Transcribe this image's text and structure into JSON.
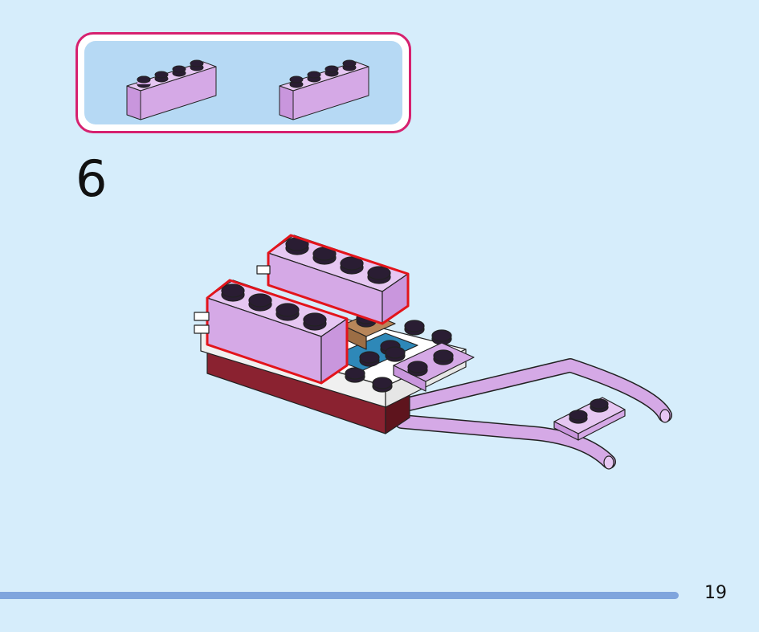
{
  "step": {
    "number": "6"
  },
  "parts_callout": {
    "items": [
      {
        "part": "brick-1x4",
        "color": "#d5a9e6",
        "quantity_shown": 1
      },
      {
        "part": "brick-1x4",
        "color": "#d5a9e6",
        "quantity_shown": 1
      }
    ],
    "border_color": "#d6216f",
    "background_color": "#b6d9f4"
  },
  "model": {
    "new_parts_highlight_color": "#e3141b",
    "colors": {
      "lavender": "#d5a9e6",
      "white": "#ffffff",
      "dark_red": "#7a1d28",
      "tan": "#b8865a",
      "blue": "#2e88b8"
    }
  },
  "footer": {
    "page_number": "19",
    "progress_color": "#7fa5dd"
  }
}
